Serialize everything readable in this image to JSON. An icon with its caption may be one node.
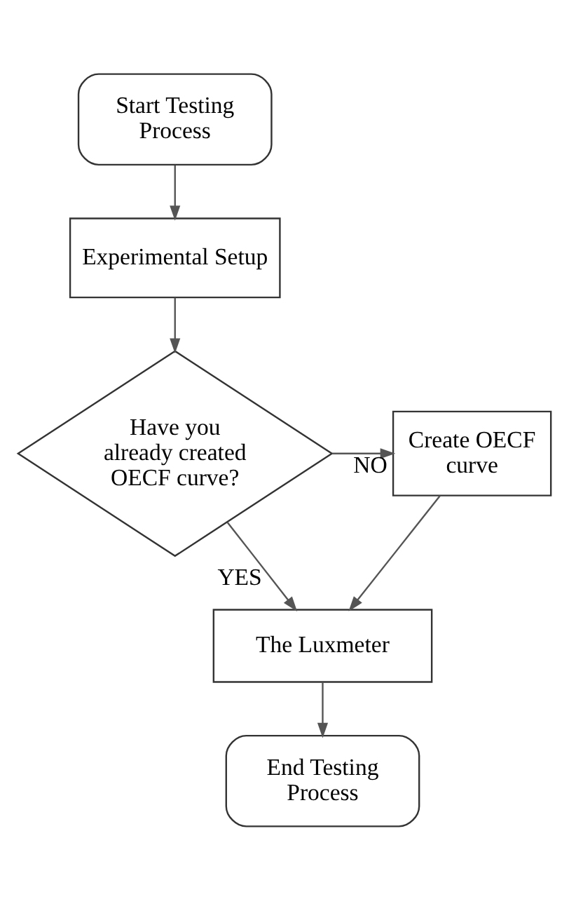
{
  "diagram": {
    "nodes": [
      {
        "text": [
          "Start Testing Process"
        ]
      },
      {
        "text": [
          "Experimental Setup"
        ]
      },
      {
        "text": [
          "Have you already created OECF curve?"
        ]
      },
      {
        "text": [
          "Create OECF curve"
        ]
      },
      {
        "text": [
          "The Luxmeter"
        ]
      },
      {
        "text": [
          "End Testing Process"
        ]
      }
    ],
    "edges": [
      {
        "from": 0,
        "to": 1,
        "arrow": "to"
      },
      {
        "from": 1,
        "to": 2,
        "arrow": "to"
      },
      {
        "from": 2,
        "to": 3,
        "arrow": "to",
        "label": "NO"
      },
      {
        "from": 2,
        "to": 4,
        "arrow": "to",
        "label": "YES"
      },
      {
        "from": 3,
        "to": 4,
        "arrow": "to"
      },
      {
        "from": 4,
        "to": 5,
        "arrow": "to"
      }
    ]
  }
}
